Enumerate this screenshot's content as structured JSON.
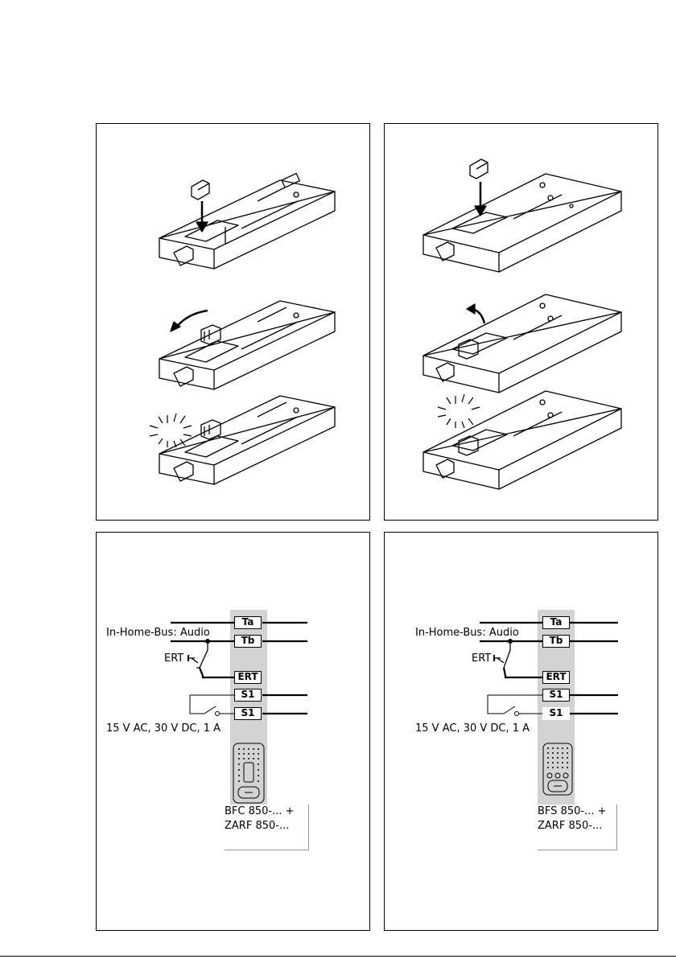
{
  "left_wiring": {
    "terminals": [
      "Ta",
      "Tb",
      "ERT",
      "S1",
      "S1"
    ],
    "bus_label": "In-Home-Bus: Audio",
    "ert_label": "ERT",
    "rating_label": "15 V AC, 30 V DC, 1 A",
    "device_lines": [
      "BFC 850-... +",
      "ZARF 850-..."
    ]
  },
  "right_wiring": {
    "terminals": [
      "Ta",
      "Tb",
      "ERT",
      "S1",
      "S1"
    ],
    "bus_label": "In-Home-Bus: Audio",
    "ert_label": "ERT",
    "rating_label": "15 V AC, 30 V DC, 1 A",
    "device_lines": [
      "BFS 850-... +",
      "ZARF 850-..."
    ]
  }
}
